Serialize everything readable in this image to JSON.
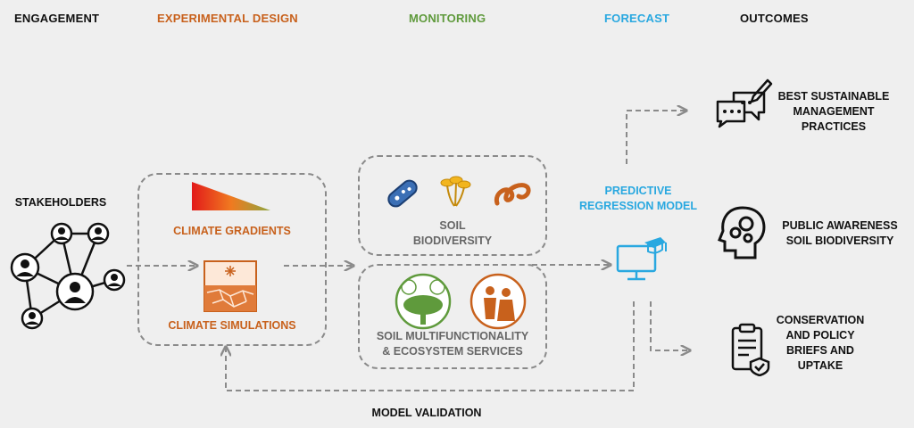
{
  "headers": {
    "engagement": "ENGAGEMENT",
    "experimental_design": "EXPERIMENTAL DESIGN",
    "monitoring": "MONITORING",
    "forecast": "FORECAST",
    "outcomes": "OUTCOMES"
  },
  "engagement": {
    "stakeholders": "STAKEHOLDERS"
  },
  "design": {
    "climate_gradients": "CLIMATE GRADIENTS",
    "climate_simulations": "CLIMATE SIMULATIONS"
  },
  "monitoring": {
    "soil_biodiversity": [
      "SOIL",
      "BIODIVERSITY"
    ],
    "soil_multifunctionality": [
      "SOIL MULTIFUNCTIONALITY",
      "& ECOSYSTEM SERVICES"
    ]
  },
  "forecast": {
    "model": [
      "PREDICTIVE",
      "REGRESSION MODEL"
    ]
  },
  "outcomes": {
    "practices": [
      "BEST SUSTAINABLE",
      "MANAGEMENT",
      "PRACTICES"
    ],
    "awareness": [
      "PUBLIC AWARENESS",
      "SOIL BIODIVERSITY"
    ],
    "policy": [
      "CONSERVATION",
      "AND POLICY",
      "BRIEFS AND",
      "UPTAKE"
    ]
  },
  "validation": {
    "label": "MODEL VALIDATION"
  },
  "colors": {
    "engagement": "#111111",
    "experimental_design": "#c8611c",
    "monitoring": "#5f9a3c",
    "forecast": "#29a8e0",
    "outcomes": "#111111",
    "arrow": "#8a8a8a"
  }
}
